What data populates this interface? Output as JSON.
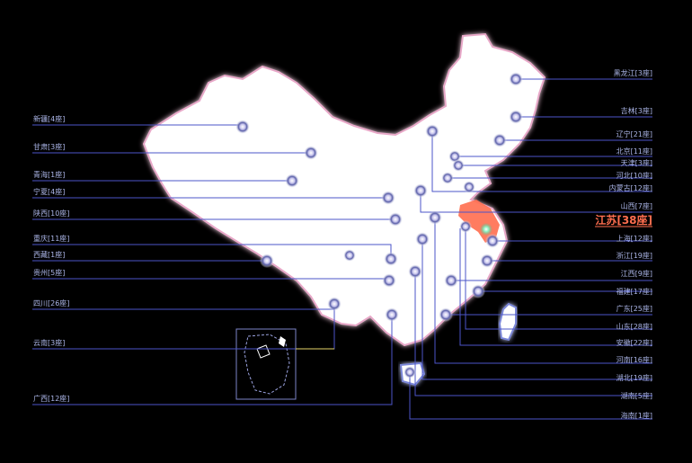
{
  "map": {
    "highlight_color": "#ff6e4f",
    "line_color": "#4b55c8",
    "marker_color": "#8b8ed8",
    "land_color": "#ffffff",
    "glow_color": "#b44c78"
  },
  "left_labels": [
    {
      "key": "xinjiang",
      "text": "新疆[4座]"
    },
    {
      "key": "gansu",
      "text": "甘肃[3座]"
    },
    {
      "key": "qinghai",
      "text": "青海[1座]"
    },
    {
      "key": "ningxia",
      "text": "宁夏[4座]"
    },
    {
      "key": "shaanxi",
      "text": "陕西[10座]"
    },
    {
      "key": "chongqing",
      "text": "重庆[11座]"
    },
    {
      "key": "xizang",
      "text": "西藏[1座]"
    },
    {
      "key": "guizhou",
      "text": "贵州[5座]"
    },
    {
      "key": "sichuan",
      "text": "四川[26座]"
    },
    {
      "key": "yunnan",
      "text": "云南[3座]"
    },
    {
      "key": "guangxi",
      "text": "广西[12座]"
    }
  ],
  "right_labels": [
    {
      "key": "heilongjiang",
      "text": "黑龙江[3座]"
    },
    {
      "key": "jilin",
      "text": "吉林[3座]"
    },
    {
      "key": "liaoning",
      "text": "辽宁[21座]"
    },
    {
      "key": "beijing",
      "text": "北京[11座]"
    },
    {
      "key": "tianjin",
      "text": "天津[3座]"
    },
    {
      "key": "hebei",
      "text": "河北[10座]"
    },
    {
      "key": "neimenggu",
      "text": "内蒙古[12座]"
    },
    {
      "key": "shanxi",
      "text": "山西[7座]"
    },
    {
      "key": "jiangsu",
      "text": "江苏[38座]",
      "highlight": true
    },
    {
      "key": "shanghai",
      "text": "上海[12座]"
    },
    {
      "key": "zhejiang",
      "text": "浙江[19座]"
    },
    {
      "key": "jiangxi",
      "text": "江西[9座]"
    },
    {
      "key": "fujian",
      "text": "福建[17座]"
    },
    {
      "key": "guangdong",
      "text": "广东[25座]"
    },
    {
      "key": "shandong",
      "text": "山东[28座]"
    },
    {
      "key": "anhui",
      "text": "安徽[22座]"
    },
    {
      "key": "henan",
      "text": "河南[16座]"
    },
    {
      "key": "hubei",
      "text": "湖北[19座]"
    },
    {
      "key": "hunan",
      "text": "湖南[5座]"
    },
    {
      "key": "hainan",
      "text": "海南[1座]"
    }
  ]
}
